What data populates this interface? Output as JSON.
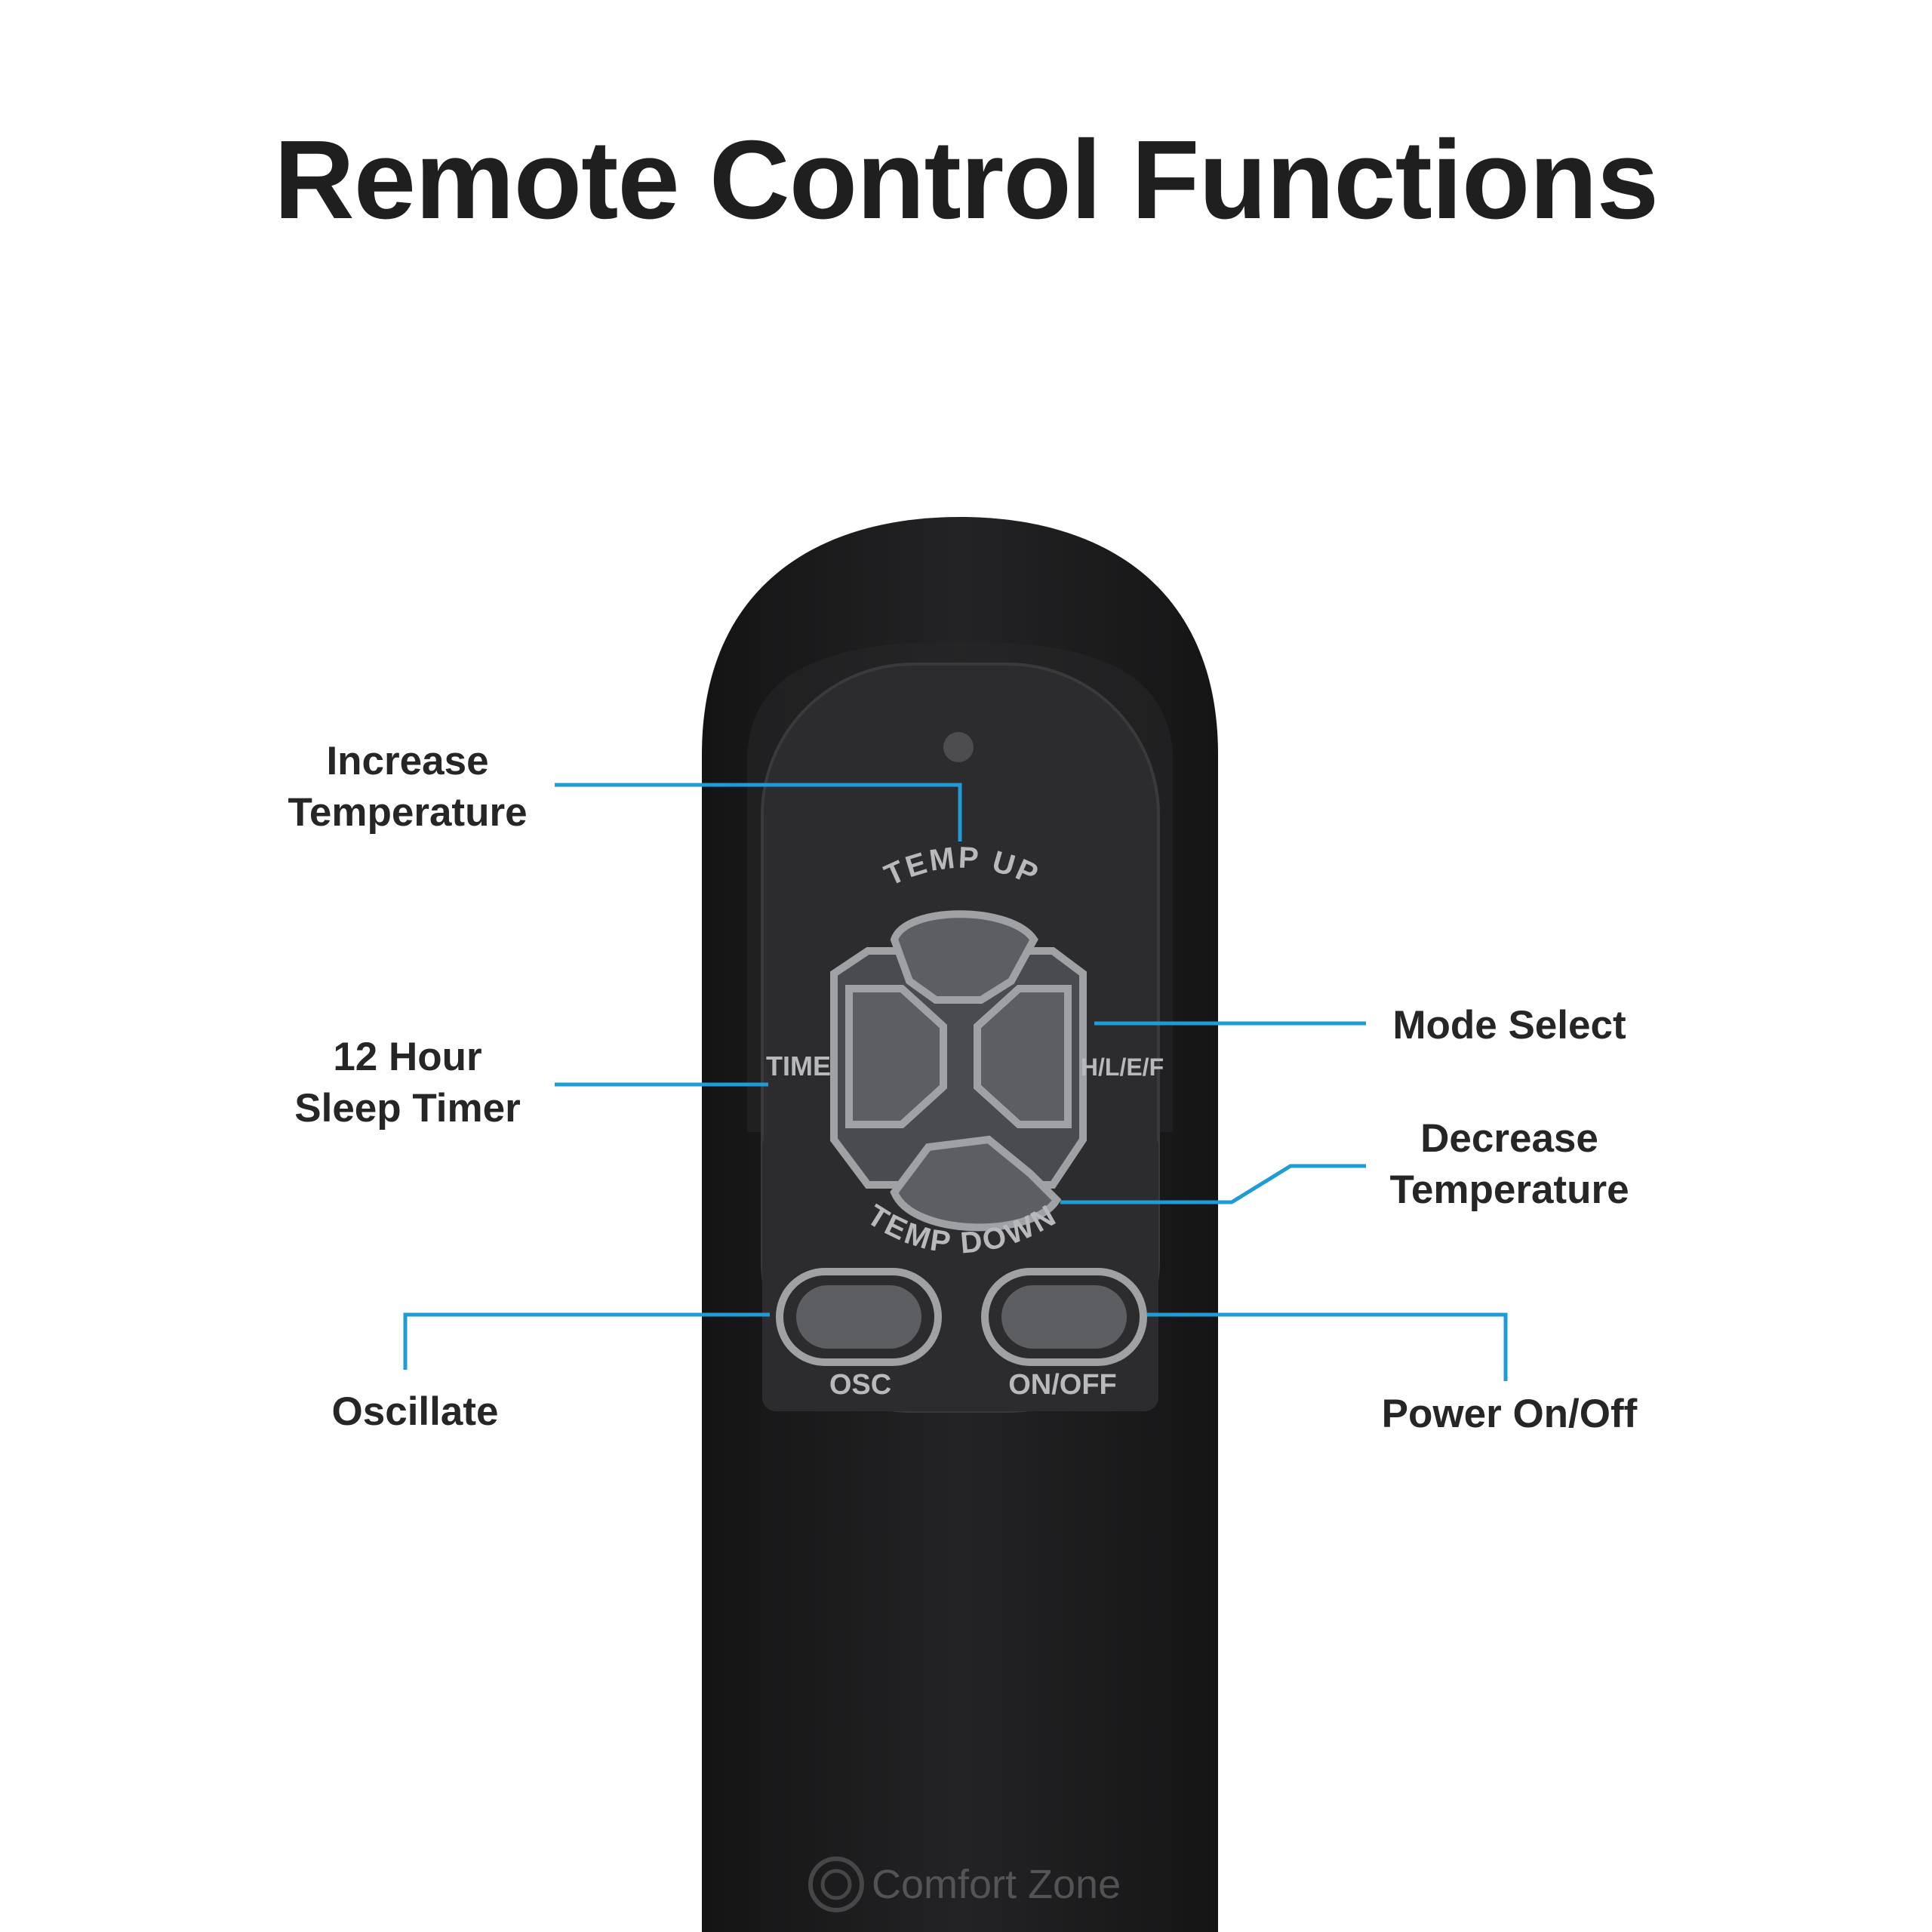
{
  "title": "Remote Control Functions",
  "colors": {
    "leader": "#1f9bd6",
    "remote_body": "#1d1d1f",
    "panel": "#303033",
    "button_fill": "#5d5e61",
    "button_rim": "#a0a1a4",
    "panel_text": "#b8b9bc"
  },
  "callouts": {
    "increase_temperature": [
      "Increase",
      "Temperature"
    ],
    "sleep_timer": [
      "12 Hour",
      "Sleep Timer"
    ],
    "oscillate": [
      "Oscillate"
    ],
    "mode_select": [
      "Mode Select"
    ],
    "decrease_temperature": [
      "Decrease",
      "Temperature"
    ],
    "power": [
      "Power On/Off"
    ]
  },
  "remote": {
    "temp_up_label": "TEMP UP",
    "temp_down_label": "TEMP DOWN",
    "time_label": "TIME",
    "mode_label": "H/L/E/F",
    "osc_label": "OSC",
    "power_label": "ON/OFF",
    "brand": "Comfort Zone",
    "brand_logo_icon": "comfort-zone-logo-icon"
  }
}
